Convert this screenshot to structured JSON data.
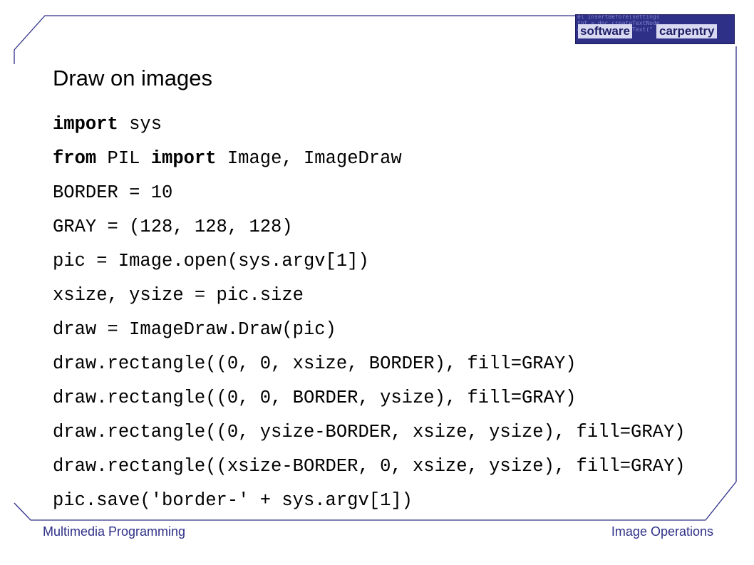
{
  "logo": {
    "background_text": [
      "el insertBefore(settings",
      "tnt = doc.createTextNode",
      "ext = doc.createText(\""
    ],
    "word_a": "software",
    "word_b": "carpentry"
  },
  "slide": {
    "title": "Draw on images",
    "code_lines": [
      [
        {
          "t": "import",
          "kw": true
        },
        {
          "t": " sys"
        }
      ],
      [
        {
          "t": "from",
          "kw": true
        },
        {
          "t": " PIL "
        },
        {
          "t": "import",
          "kw": true
        },
        {
          "t": " Image, ImageDraw"
        }
      ],
      [
        {
          "t": "BORDER = 10"
        }
      ],
      [
        {
          "t": "GRAY = (128, 128, 128)"
        }
      ],
      [
        {
          "t": "pic = Image.open(sys.argv[1])"
        }
      ],
      [
        {
          "t": "xsize, ysize = pic.size"
        }
      ],
      [
        {
          "t": "draw = ImageDraw.Draw(pic)"
        }
      ],
      [
        {
          "t": "draw.rectangle((0, 0, xsize, BORDER), fill=GRAY)"
        }
      ],
      [
        {
          "t": "draw.rectangle((0, 0, BORDER, ysize), fill=GRAY)"
        }
      ],
      [
        {
          "t": "draw.rectangle((0, ysize-BORDER, xsize, ysize), fill=GRAY)"
        }
      ],
      [
        {
          "t": "draw.rectangle((xsize-BORDER, 0, xsize, ysize), fill=GRAY)"
        }
      ],
      [
        {
          "t": "pic.save('border-' + sys.argv[1])"
        }
      ]
    ]
  },
  "footer": {
    "left": "Multimedia Programming",
    "right": "Image Operations"
  },
  "colors": {
    "frame": "#2e3087",
    "footer_text": "#2e3087",
    "logo_bg": "#2e3087"
  }
}
